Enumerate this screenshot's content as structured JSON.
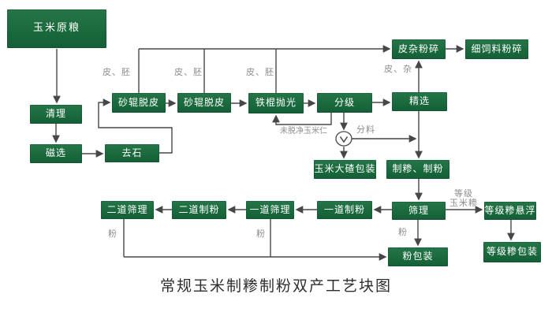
{
  "title": "常规玉米制糁制粉双产工艺块图",
  "nodes": {
    "raw_corn": "玉米原粮",
    "cleaning": "清理",
    "magnetic_separation": "磁选",
    "destoner": "去石",
    "sand_roller_peeling_1": "砂辊脱皮",
    "sand_roller_peeling_2": "砂辊脱皮",
    "iron_roller_polishing": "铁棍抛光",
    "grading": "分级",
    "fine_selection": "精选",
    "husk_impurity_crushing": "皮杂粉碎",
    "fine_feed_crushing": "细饲料粉碎",
    "corn_grits_packaging": "玉米大碴包装",
    "grits_flour_making": "制糁、制粉",
    "sieving": "筛理",
    "first_flour_milling": "一道制粉",
    "first_sieving": "一道筛理",
    "second_flour_milling": "二道制粉",
    "second_sieving": "二道筛理",
    "graded_grits_suspension": "等级糁悬浮",
    "graded_grits_packaging": "等级糁包装",
    "flour_packaging": "粉包装"
  },
  "edge_labels": {
    "husk_germ": "皮、胚",
    "husk_impurity": "皮、杂",
    "material_split": "分料",
    "unpeeled_kernel": "未脱净玉米仁",
    "graded_corn_grits_line1": "等级",
    "graded_corn_grits_line2": "玉米糁",
    "flour": "粉"
  },
  "icons": {
    "separator_valve": "circle-with-chevron"
  },
  "colors": {
    "box_green": "#1a6a3d",
    "line_gray": "#474747",
    "edge_label_gray": "#8e8e8e",
    "title_color": "#2e2e2e",
    "background": "#ffffff"
  }
}
